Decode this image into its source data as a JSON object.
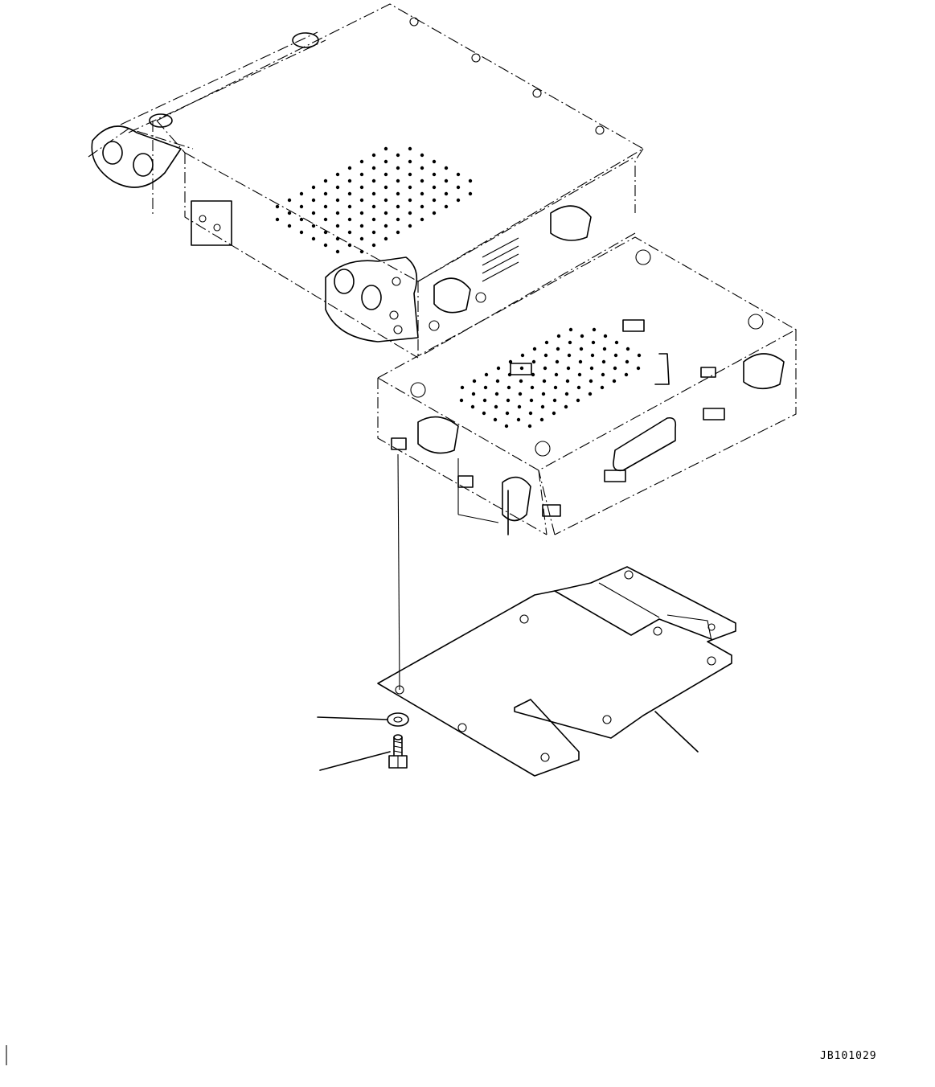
{
  "drawing": {
    "id_label": "JB101029"
  },
  "parts": {
    "upper_housing": {
      "icon": "box-outline"
    },
    "lower_housing": {
      "icon": "box-outline"
    },
    "cover_plate": {
      "icon": "plate-outline"
    },
    "washer": {
      "icon": "washer"
    },
    "bolt": {
      "icon": "bolt"
    }
  }
}
